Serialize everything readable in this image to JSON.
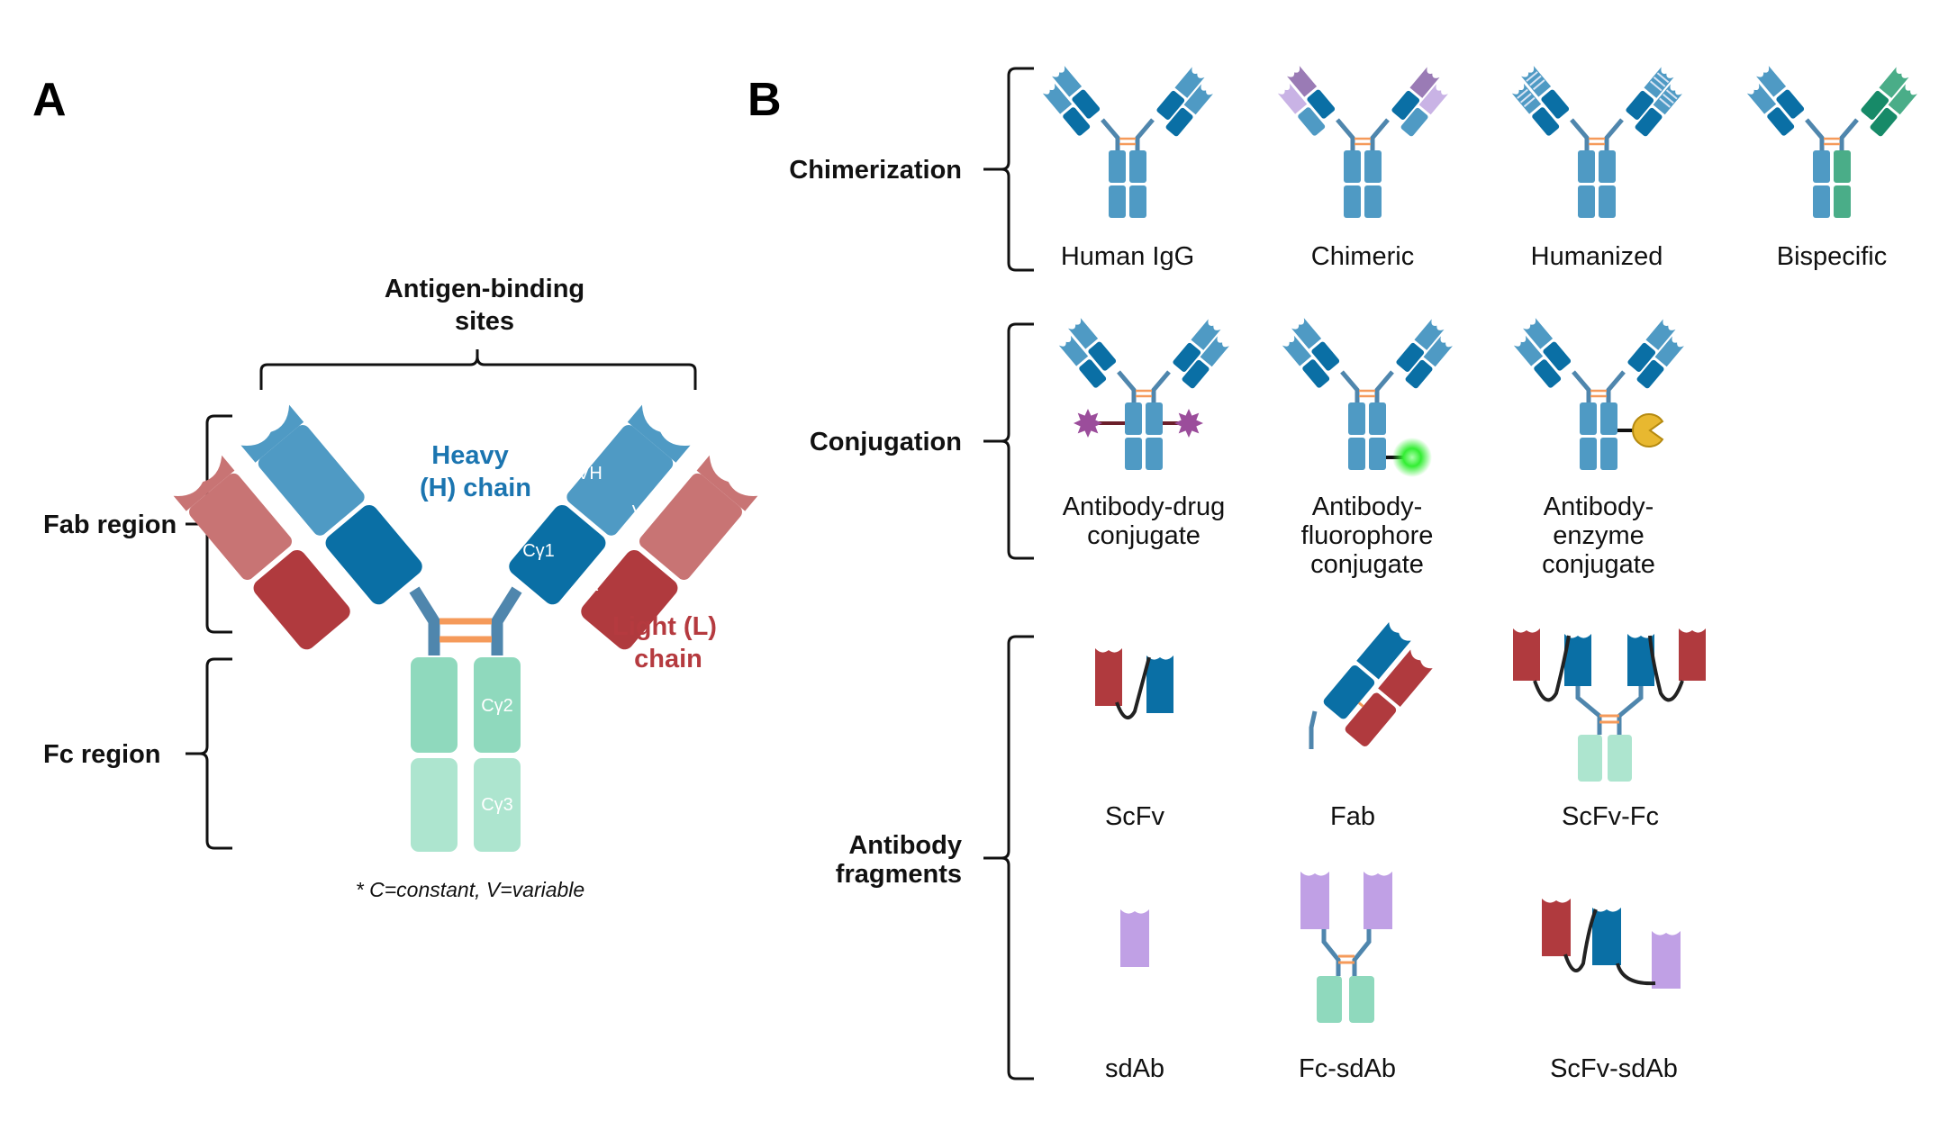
{
  "panel_a": {
    "letter": "A",
    "antigen_binding_line1": "Antigen-binding",
    "antigen_binding_line2": "sites",
    "fab_region": "Fab region",
    "fc_region": "Fc region",
    "heavy_line1": "Heavy",
    "heavy_line2": "(H) chain",
    "light_line1": "Light (L)",
    "light_line2": "chain",
    "vh": "VH",
    "vl": "VL",
    "cg1": "Cγ1",
    "cl": "CL",
    "cg2": "Cγ2",
    "cg3": "Cγ3",
    "footnote": "* C=constant, V=variable"
  },
  "panel_b": {
    "letter": "B",
    "groups": {
      "chimerization": "Chimerization",
      "conjugation": "Conjugation",
      "fragments_line1": "Antibody",
      "fragments_line2": "fragments"
    },
    "chimerization_items": [
      "Human IgG",
      "Chimeric",
      "Humanized",
      "Bispecific"
    ],
    "conjugation_items": {
      "adc": [
        "Antibody-drug",
        "conjugate"
      ],
      "afc": [
        "Antibody-",
        "fluorophore",
        "conjugate"
      ],
      "aec": [
        "Antibody-",
        "enzyme",
        "conjugate"
      ]
    },
    "fragment_items": [
      "ScFv",
      "Fab",
      "ScFv-Fc",
      "sdAb",
      "Fc-sdAb",
      "ScFv-sdAb"
    ]
  },
  "colors": {
    "heavy_variable": "#4f9ac4",
    "heavy_constant": "#0a6fa5",
    "light_variable": "#c87474",
    "light_constant": "#b03a3e",
    "fc_upper": "#8fd9bd",
    "fc_lower": "#ade5cf",
    "hinge": "#4f86ad",
    "disulfide": "#f59a5a",
    "heavy_label": "#1b75b0",
    "light_label": "#b53a3f",
    "mouse_variable": "#9a7bb5",
    "mouse_light": "#c9b3e5",
    "bispecific_green": "#178a68",
    "bispecific_light": "#4aad88",
    "drug": "#9b4d9b",
    "fluorophore": "#33ee33",
    "enzyme": "#e8b830",
    "sdab": "#c0a0e5"
  }
}
